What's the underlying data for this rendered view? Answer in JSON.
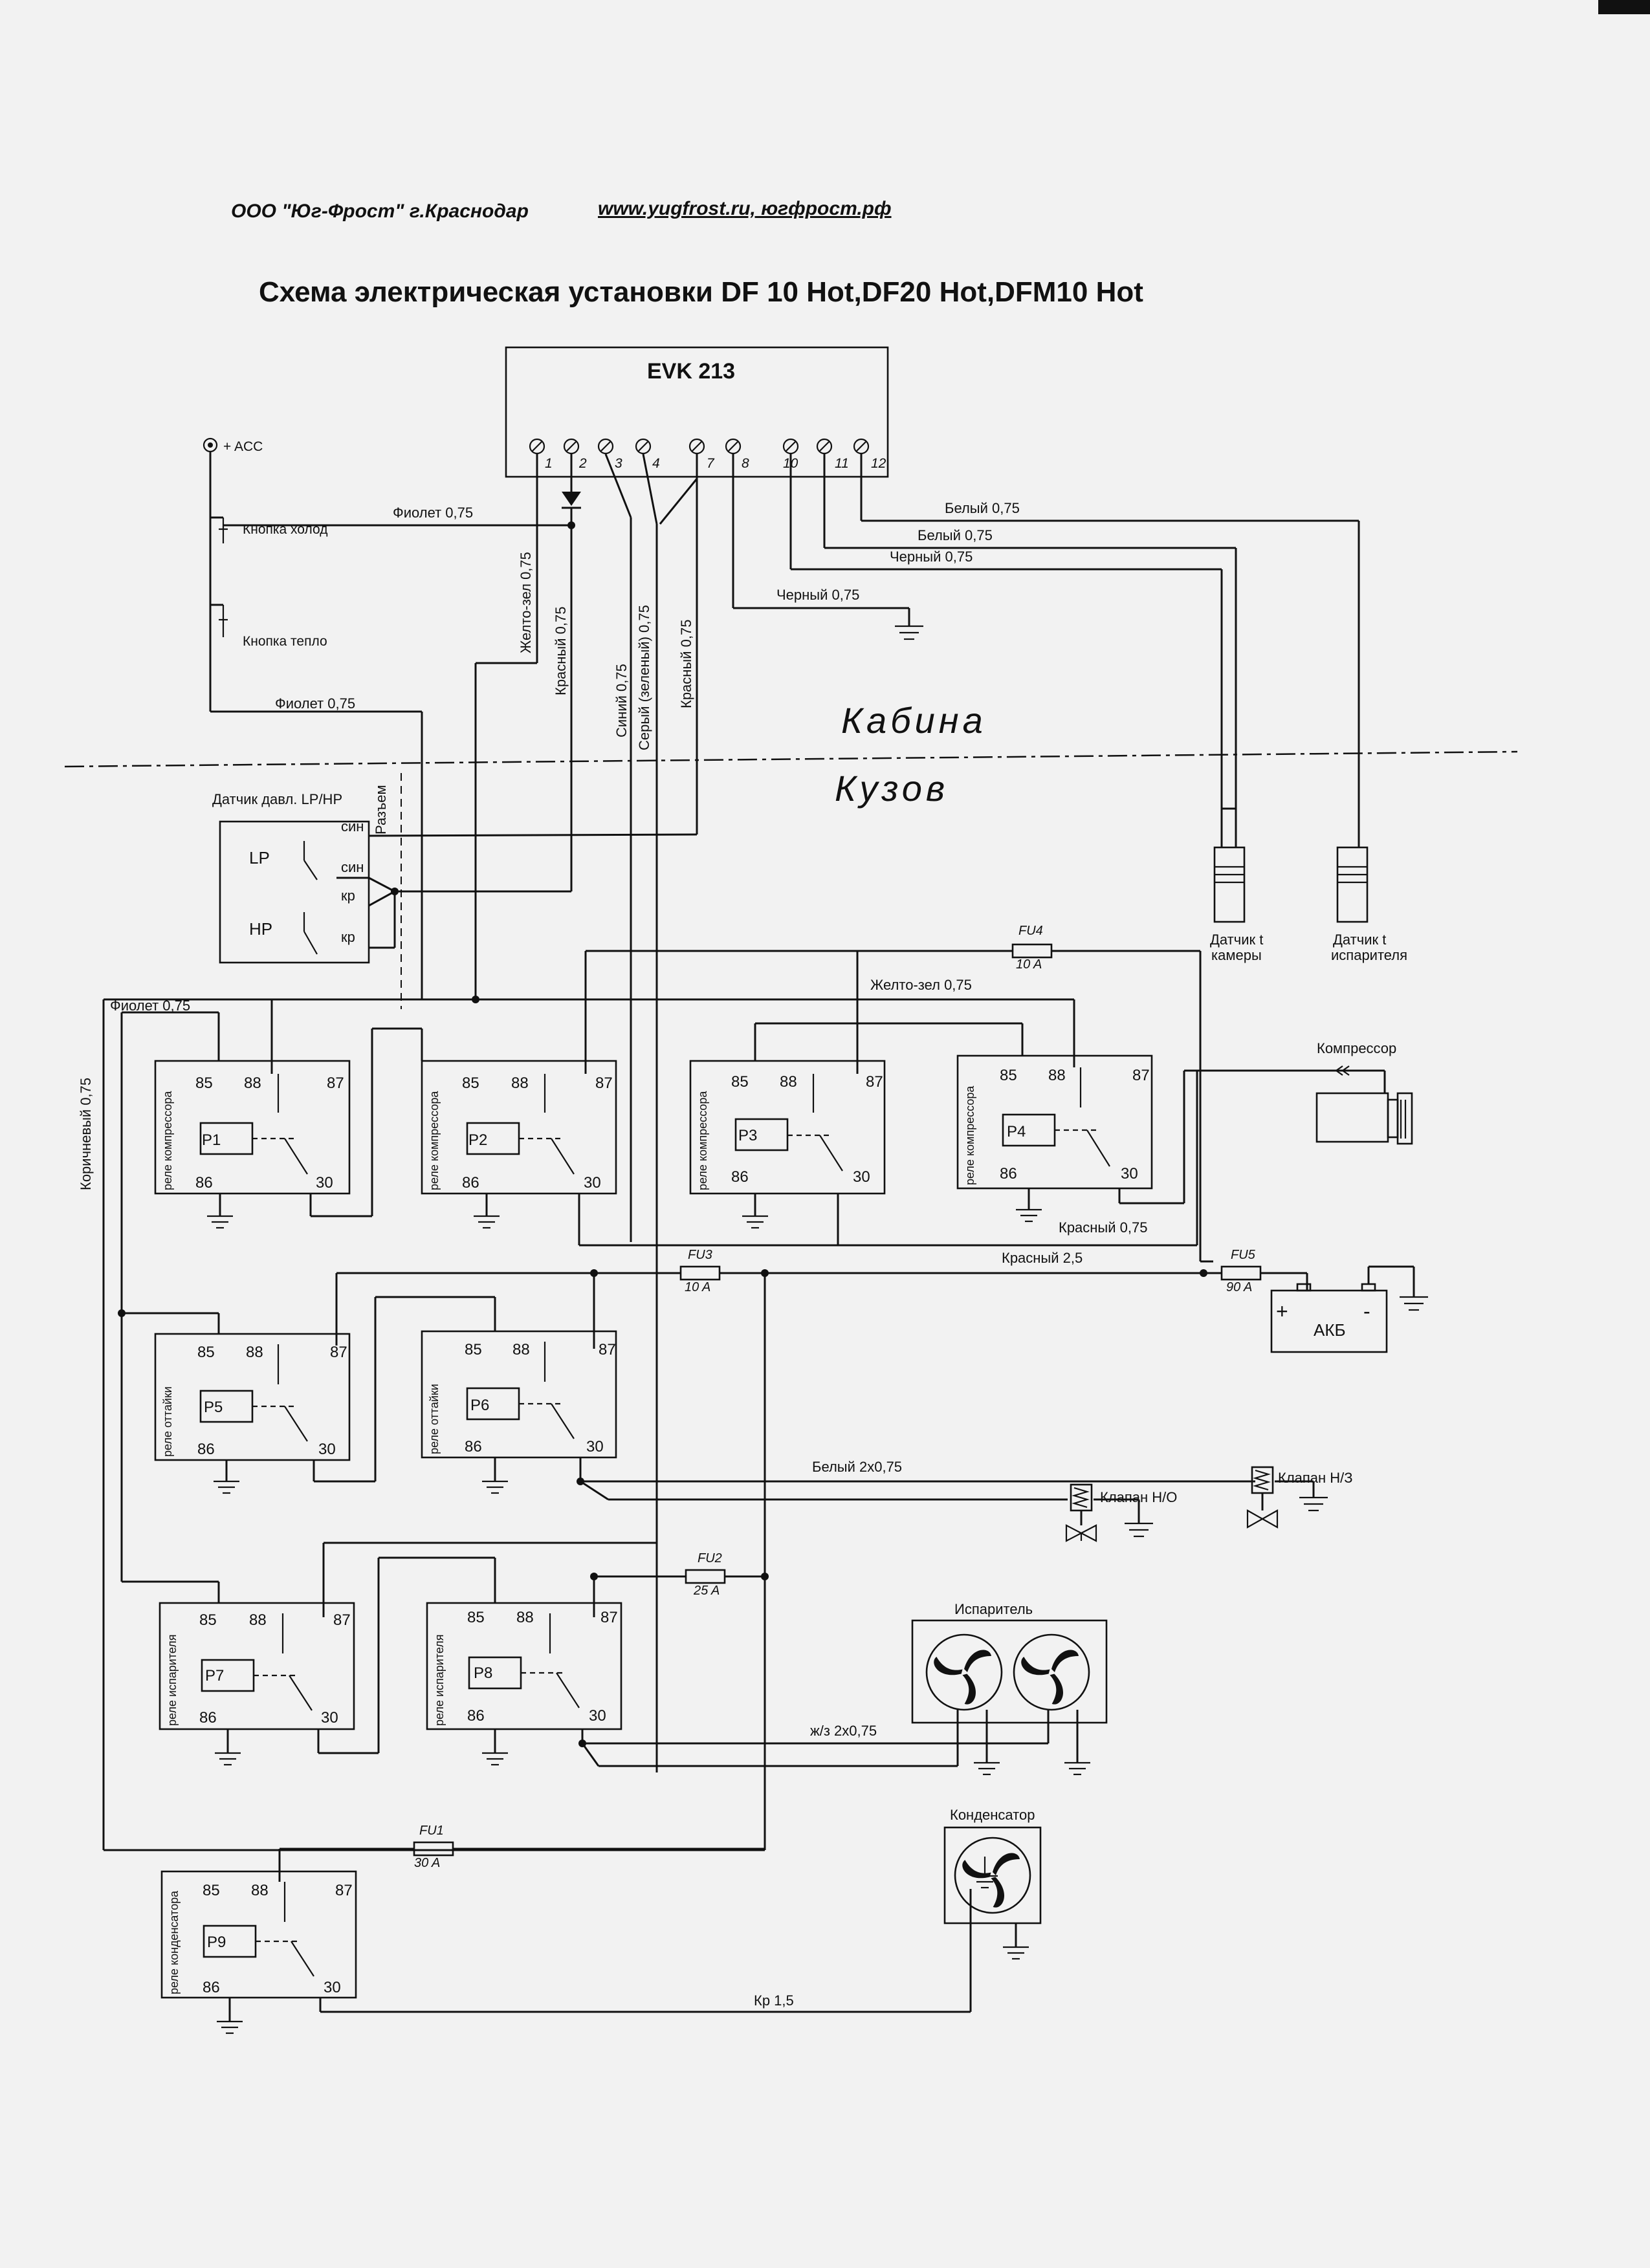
{
  "header": {
    "company": "ООО \"Юг-Фрост\" г.Краснодар",
    "website": "www.yugfrost.ru, югфрост.рф",
    "title": "Схема электрическая установки DF 10 Hot,DF20 Hot,DFM10 Hot"
  },
  "controller": {
    "name": "EVK 213",
    "terminals": [
      "1",
      "2",
      "3",
      "4",
      "7",
      "8",
      "10",
      "11",
      "12"
    ]
  },
  "zones": {
    "cabin": "Кабина",
    "body": "Кузов"
  },
  "inputs": {
    "acc": "+ ACC",
    "cold_button": "Кнопка холод",
    "heat_button": "Кнопка тепло"
  },
  "pressure_sensor": {
    "title": "Датчик давл. LP/HP",
    "lp": "LP",
    "hp": "HP",
    "connector": "Разъем",
    "pins": [
      "син",
      "син",
      "кр",
      "кр"
    ]
  },
  "sensors": {
    "chamber": [
      "Датчик t",
      "камеры"
    ],
    "evaporator": [
      "Датчик t",
      "испарителя"
    ]
  },
  "wires": {
    "violet_1": "Фиолет 0,75",
    "violet_2": "Фиолет 0,75",
    "violet_3": "Фиолет 0,75",
    "white_1": "Белый 0,75",
    "white_2": "Белый 0,75",
    "black_1": "Черный 0,75",
    "black_2": "Черный 0,75",
    "yellow_green_v": "Желто-зел 0,75",
    "red_v1": "Красный 0,75",
    "blue_v": "Синий 0,75",
    "grey_v": "Серый (зеленый) 0,75",
    "red_v2": "Красный 0,75",
    "brown_v": "Коричневый 0,75",
    "yellow_green_h": "Желто-зел 0,75",
    "red_h": "Красный 0,75",
    "red_main": "Красный 2,5",
    "white_valves": "Белый 2х0,75",
    "yg_fans": "ж/з 2х0,75",
    "kr": "Кр 1,5"
  },
  "fuses": [
    {
      "name": "FU4",
      "rating": "10 A"
    },
    {
      "name": "FU3",
      "rating": "10 A"
    },
    {
      "name": "FU5",
      "rating": "90 A"
    },
    {
      "name": "FU2",
      "rating": "25 A"
    },
    {
      "name": "FU1",
      "rating": "30 A"
    }
  ],
  "relays": [
    {
      "id": "P1",
      "caption": "реле компрессора"
    },
    {
      "id": "P2",
      "caption": "реле компрессора"
    },
    {
      "id": "P3",
      "caption": "реле компрессора"
    },
    {
      "id": "P4",
      "caption": "реле компрессора"
    },
    {
      "id": "P5",
      "caption": "реле оттайки"
    },
    {
      "id": "P6",
      "caption": "реле оттайки"
    },
    {
      "id": "P7",
      "caption": "реле испарителя"
    },
    {
      "id": "P8",
      "caption": "реле испарителя"
    },
    {
      "id": "P9",
      "caption": "реле конденсатора"
    }
  ],
  "relay_pins": {
    "p85": "85",
    "p88": "88",
    "p87": "87",
    "p86": "86",
    "p30": "30"
  },
  "devices": {
    "compressor": "Компрессор",
    "battery": "АКБ",
    "valve_no": "Клапан Н/О",
    "valve_nc": "Клапан Н/З",
    "evaporator": "Испаритель",
    "condenser": "Конденсатор",
    "plus": "+",
    "minus": "-"
  }
}
